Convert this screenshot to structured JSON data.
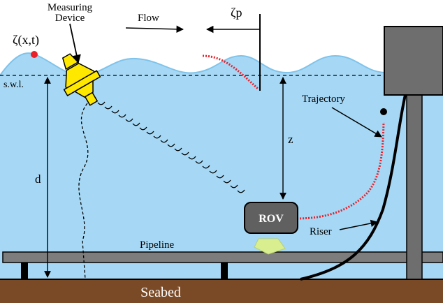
{
  "labels": {
    "measuring_device": [
      "Measuring",
      "Device"
    ],
    "flow": "Flow",
    "zeta_xt": "ζ(x,t)",
    "zeta_p": "ζp",
    "swl": "s.w.l.",
    "trajectory": "Trajectory",
    "d": "d",
    "z": "z",
    "rov": "ROV",
    "riser": "Riser",
    "pipeline": "Pipeline",
    "seabed": "Seabed"
  },
  "colors": {
    "water": "#a6d8f5",
    "wave_crest": "#7fc3ea",
    "seabed": "#7a4a26",
    "pipeline": "#7d7d7d",
    "platform": "#6e6e6e",
    "rov_body": "#606060",
    "rov_light": "#d9ef8f",
    "device": "#ffe800",
    "marker_red": "#e8202a",
    "trajectory": "#e8202a"
  },
  "icons": {
    "measuring_device": "buoy-sensor-icon",
    "rov": "rov-vehicle-icon",
    "platform": "offshore-platform-icon"
  }
}
